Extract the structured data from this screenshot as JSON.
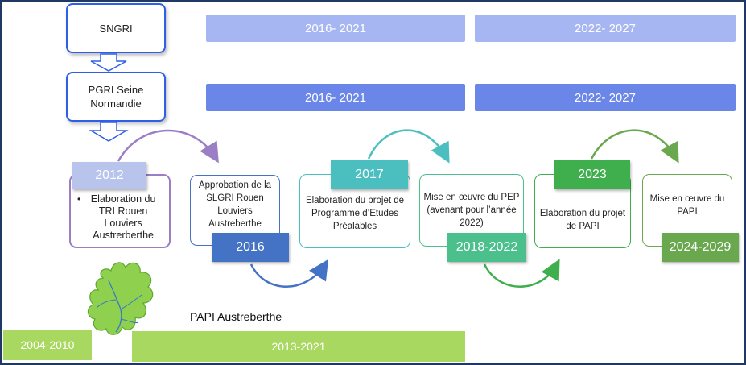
{
  "hierarchy": {
    "sngri": "SNGRI",
    "pgri": "PGRI Seine Normandie"
  },
  "periods": {
    "row1": [
      "2016- 2021",
      "2022- 2027"
    ],
    "row2": [
      "2016- 2021",
      "2022- 2027"
    ]
  },
  "steps": [
    {
      "year": "2012",
      "text": "Elaboration du TRI Rouen Louviers Austrerberthe",
      "color": "#9b7fc4"
    },
    {
      "year": "2016",
      "text": "Approbation de la SLGRI Rouen Louviers Austreberthe",
      "color": "#4472c4"
    },
    {
      "year": "2017",
      "text": "Elaboration du projet de Programme d’Etudes Préalables",
      "color": "#4bbfbf"
    },
    {
      "year": "2018-2022",
      "text": "Mise en œuvre du PEP (avenant pour l’année 2022)",
      "color": "#4bbf8c"
    },
    {
      "year": "2023",
      "text": "Elaboration du projet de PAPI",
      "color": "#3fae4c"
    },
    {
      "year": "2024-2029",
      "text": "Mise en œuvre du PAPI",
      "color": "#6aa84f"
    }
  ],
  "papi": {
    "title": "PAPI Austreberthe",
    "early": "2004-2010",
    "main": "2013-2021"
  },
  "icons": {
    "basin_map": "watershed-map-icon",
    "down_arrow": "down-arrow-icon",
    "curved_arrow": "curved-arrow-icon"
  }
}
